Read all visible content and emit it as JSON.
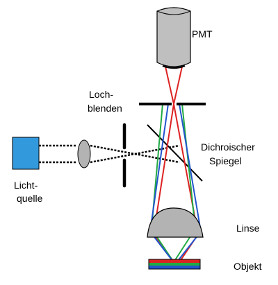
{
  "labels": {
    "pmt": "PMT",
    "pinholes_line1": "Loch-",
    "pinholes_line2": "blenden",
    "dichroic_line1": "Dichroischer",
    "dichroic_line2": "Spiegel",
    "light_source_line1": "Licht-",
    "light_source_line2": "quelle",
    "lens": "Linse",
    "object": "Objekt"
  },
  "colors": {
    "pmt_body": "#bfbfbf",
    "light_source": "#3399dd",
    "lens": "#b3b3b3",
    "beam_red": "#dd2222",
    "beam_green": "#22aa44",
    "beam_blue": "#2255cc",
    "object_red": "#dd2222",
    "object_green": "#22aa44",
    "object_blue": "#2255cc",
    "outline": "#000000"
  }
}
